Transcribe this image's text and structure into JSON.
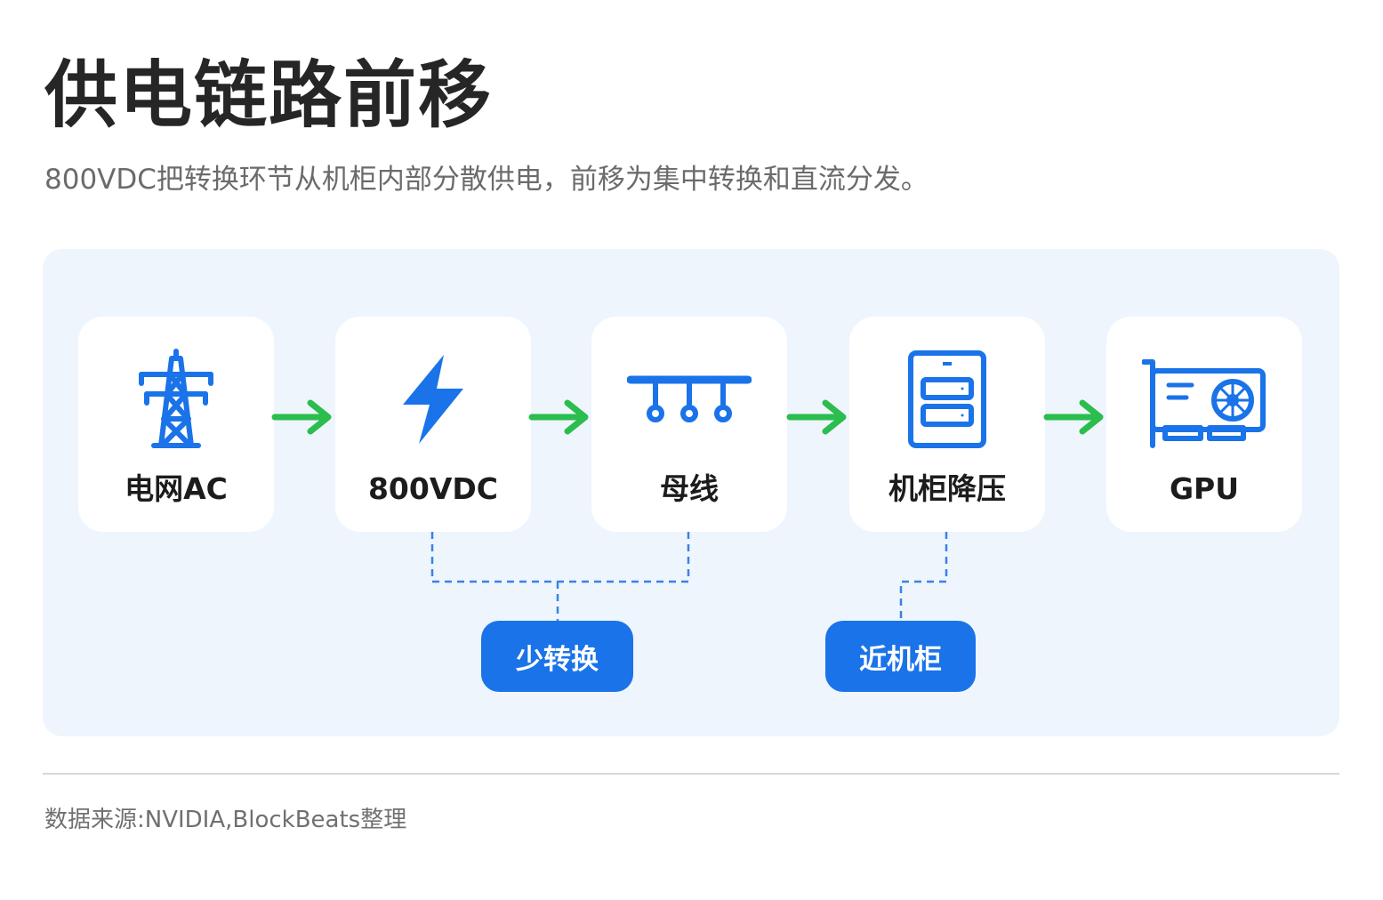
{
  "header": {
    "title": "供电链路前移",
    "subtitle": "800VDC把转换环节从机柜内部分散供电，前移为集中转换和直流分发。"
  },
  "flow": {
    "nodes": [
      {
        "label": "电网AC",
        "icon": "power-tower-icon"
      },
      {
        "label": "800VDC",
        "icon": "lightning-bolt-icon"
      },
      {
        "label": "母线",
        "icon": "busbar-icon"
      },
      {
        "label": "机柜降压",
        "icon": "server-rack-icon"
      },
      {
        "label": "GPU",
        "icon": "gpu-card-icon"
      }
    ],
    "tags": [
      {
        "label": "少转换"
      },
      {
        "label": "近机柜"
      }
    ]
  },
  "footer": {
    "source": "数据来源:NVIDIA,BlockBeats整理"
  },
  "colors": {
    "accent": "#1a73e8",
    "arrow": "#2bbd4e",
    "panel": "#eef5fd",
    "connector": "#3b82e6"
  }
}
